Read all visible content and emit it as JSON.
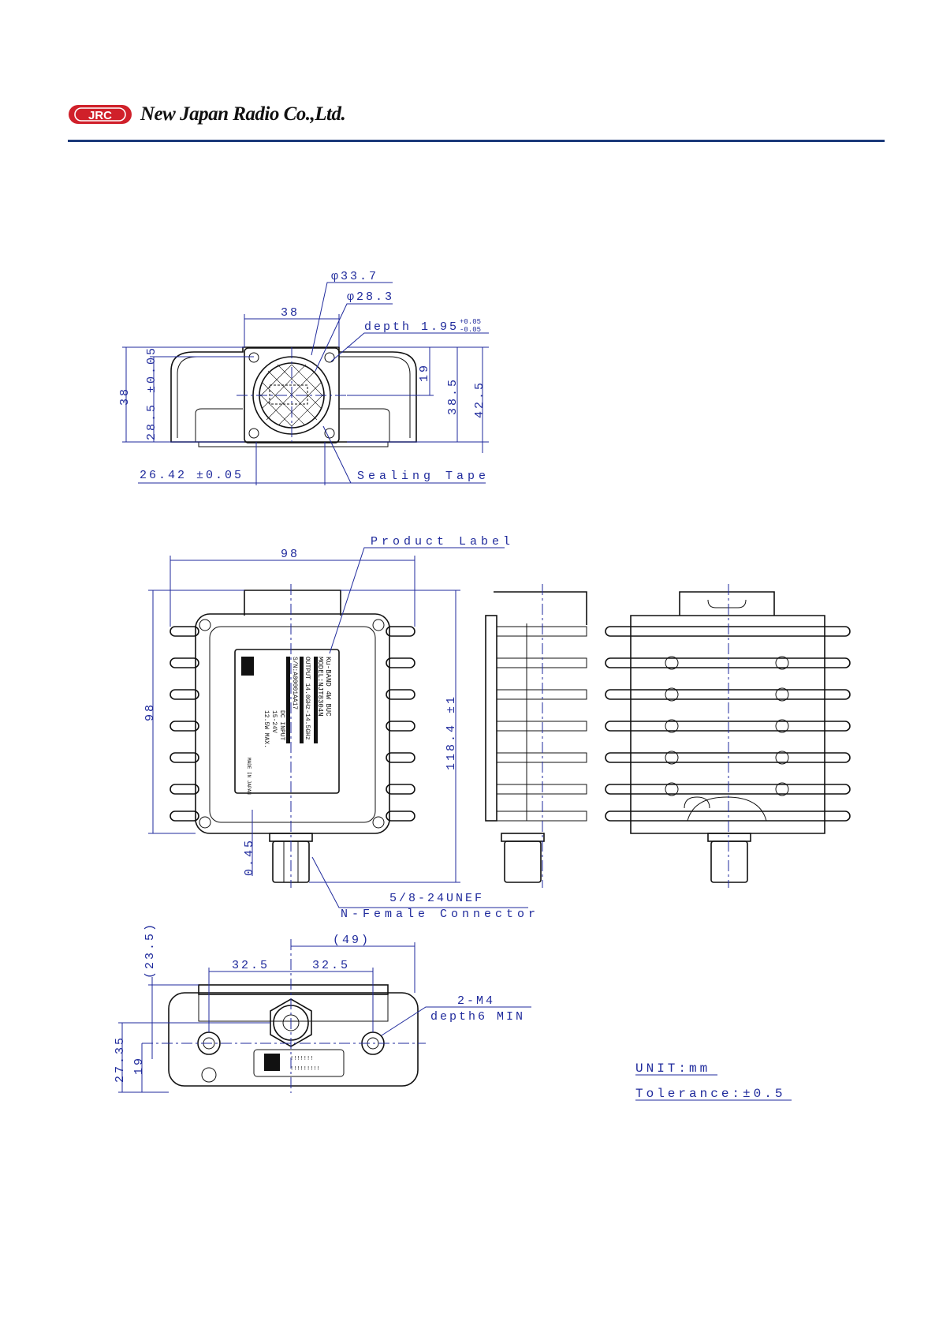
{
  "header": {
    "logo_text": "JRC",
    "company_name": "New Japan Radio Co.,Ltd.",
    "colors": {
      "logo_red": "#d0202a",
      "rule_blue": "#1b3a7a",
      "dimension_blue": "#1f2a9c"
    }
  },
  "top_view": {
    "phi_outer": "φ33.7",
    "phi_inner": "φ28.3",
    "width_38": "38",
    "depth_label": "depth 1.95",
    "depth_tol_plus": "+0.05",
    "depth_tol_minus": "-0.05",
    "height_38": "38",
    "height_28_5": "28.5 ±0.05",
    "dim_19": "19",
    "dim_38_5": "38.5",
    "dim_42_5": "42.5",
    "dim_26_42": "26.42 ±0.05",
    "sealing_tape": "Sealing Tape"
  },
  "front_view": {
    "product_label": "Product Label",
    "width_98": "98",
    "height_98": "98",
    "height_118_4": "118.4 ±1",
    "dim_0_45": "0.45",
    "connector_thread": "5/8-24UNEF",
    "connector_type": "N-Female Connector",
    "label": {
      "line1": "Ku-BAND 4W BUC",
      "line2": "MODEL:NJT8304N",
      "line3": "OUTPUT 14.0GHz-14.5GHz",
      "line4": "S/N:A00001AA17",
      "line5": "DC INPUT",
      "line6": "15-24V",
      "line7": "12.5W MAX.",
      "line8": "MADE IN JAPAN"
    }
  },
  "bottom_view": {
    "dim_23_5": "(23.5)",
    "dim_49": "(49)",
    "dim_32_5_left": "32.5",
    "dim_32_5_right": "32.5",
    "thread_label": "2-M4",
    "thread_depth": "depth6 MIN",
    "dim_27_35": "27.35",
    "dim_19": "19",
    "barcode_top": "!!!!!!!",
    "barcode_bottom": "!!!!!!!!!"
  },
  "notes": {
    "unit": "UNIT:mm",
    "tolerance": "Tolerance:±0.5"
  }
}
